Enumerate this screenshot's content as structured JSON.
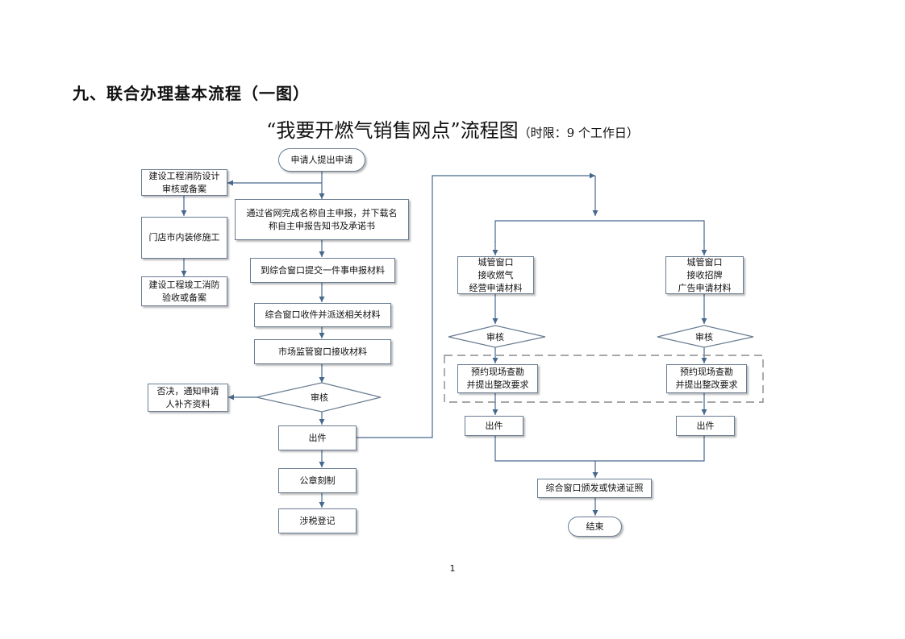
{
  "heading": "九、联合办理基本流程（一图）",
  "title": {
    "main": "“我要开燃气销售网点”流程图",
    "note": "（时限：9 个工作日）"
  },
  "nodes": {
    "start": "申请人提出申请",
    "fire_design": "建设工程消防设计\n审核或备案",
    "renovation": "门店市内装修施工",
    "fire_acceptance": "建设工程竣工消防\n验收或备案",
    "online_name": "通过省网完成名称自主申报，并下载名\n称自主申报告知书及承诺书",
    "submit": "到综合窗口提交一件事申报材料",
    "receive_dispatch": "综合窗口收件并派送相关材料",
    "market_receive": "市场监管窗口接收材料",
    "review": "审核",
    "reject": "否决，通知申请\n人补齐资料",
    "issue": "出件",
    "seal": "公章刻制",
    "tax": "涉税登记",
    "city_gas": "城管窗口\n接收燃气\n经营申请材料",
    "city_sign": "城管窗口\n接收招牌\n广告申请材料",
    "review_gas": "审核",
    "review_sign": "审核",
    "inspect_gas": "预约现场查勘\n并提出整改要求",
    "inspect_sign": "预约现场查勘\n并提出整改要求",
    "issue_gas": "出件",
    "issue_sign": "出件",
    "deliver": "综合窗口颁发或快递证照",
    "end": "结束"
  },
  "page_number": "1"
}
